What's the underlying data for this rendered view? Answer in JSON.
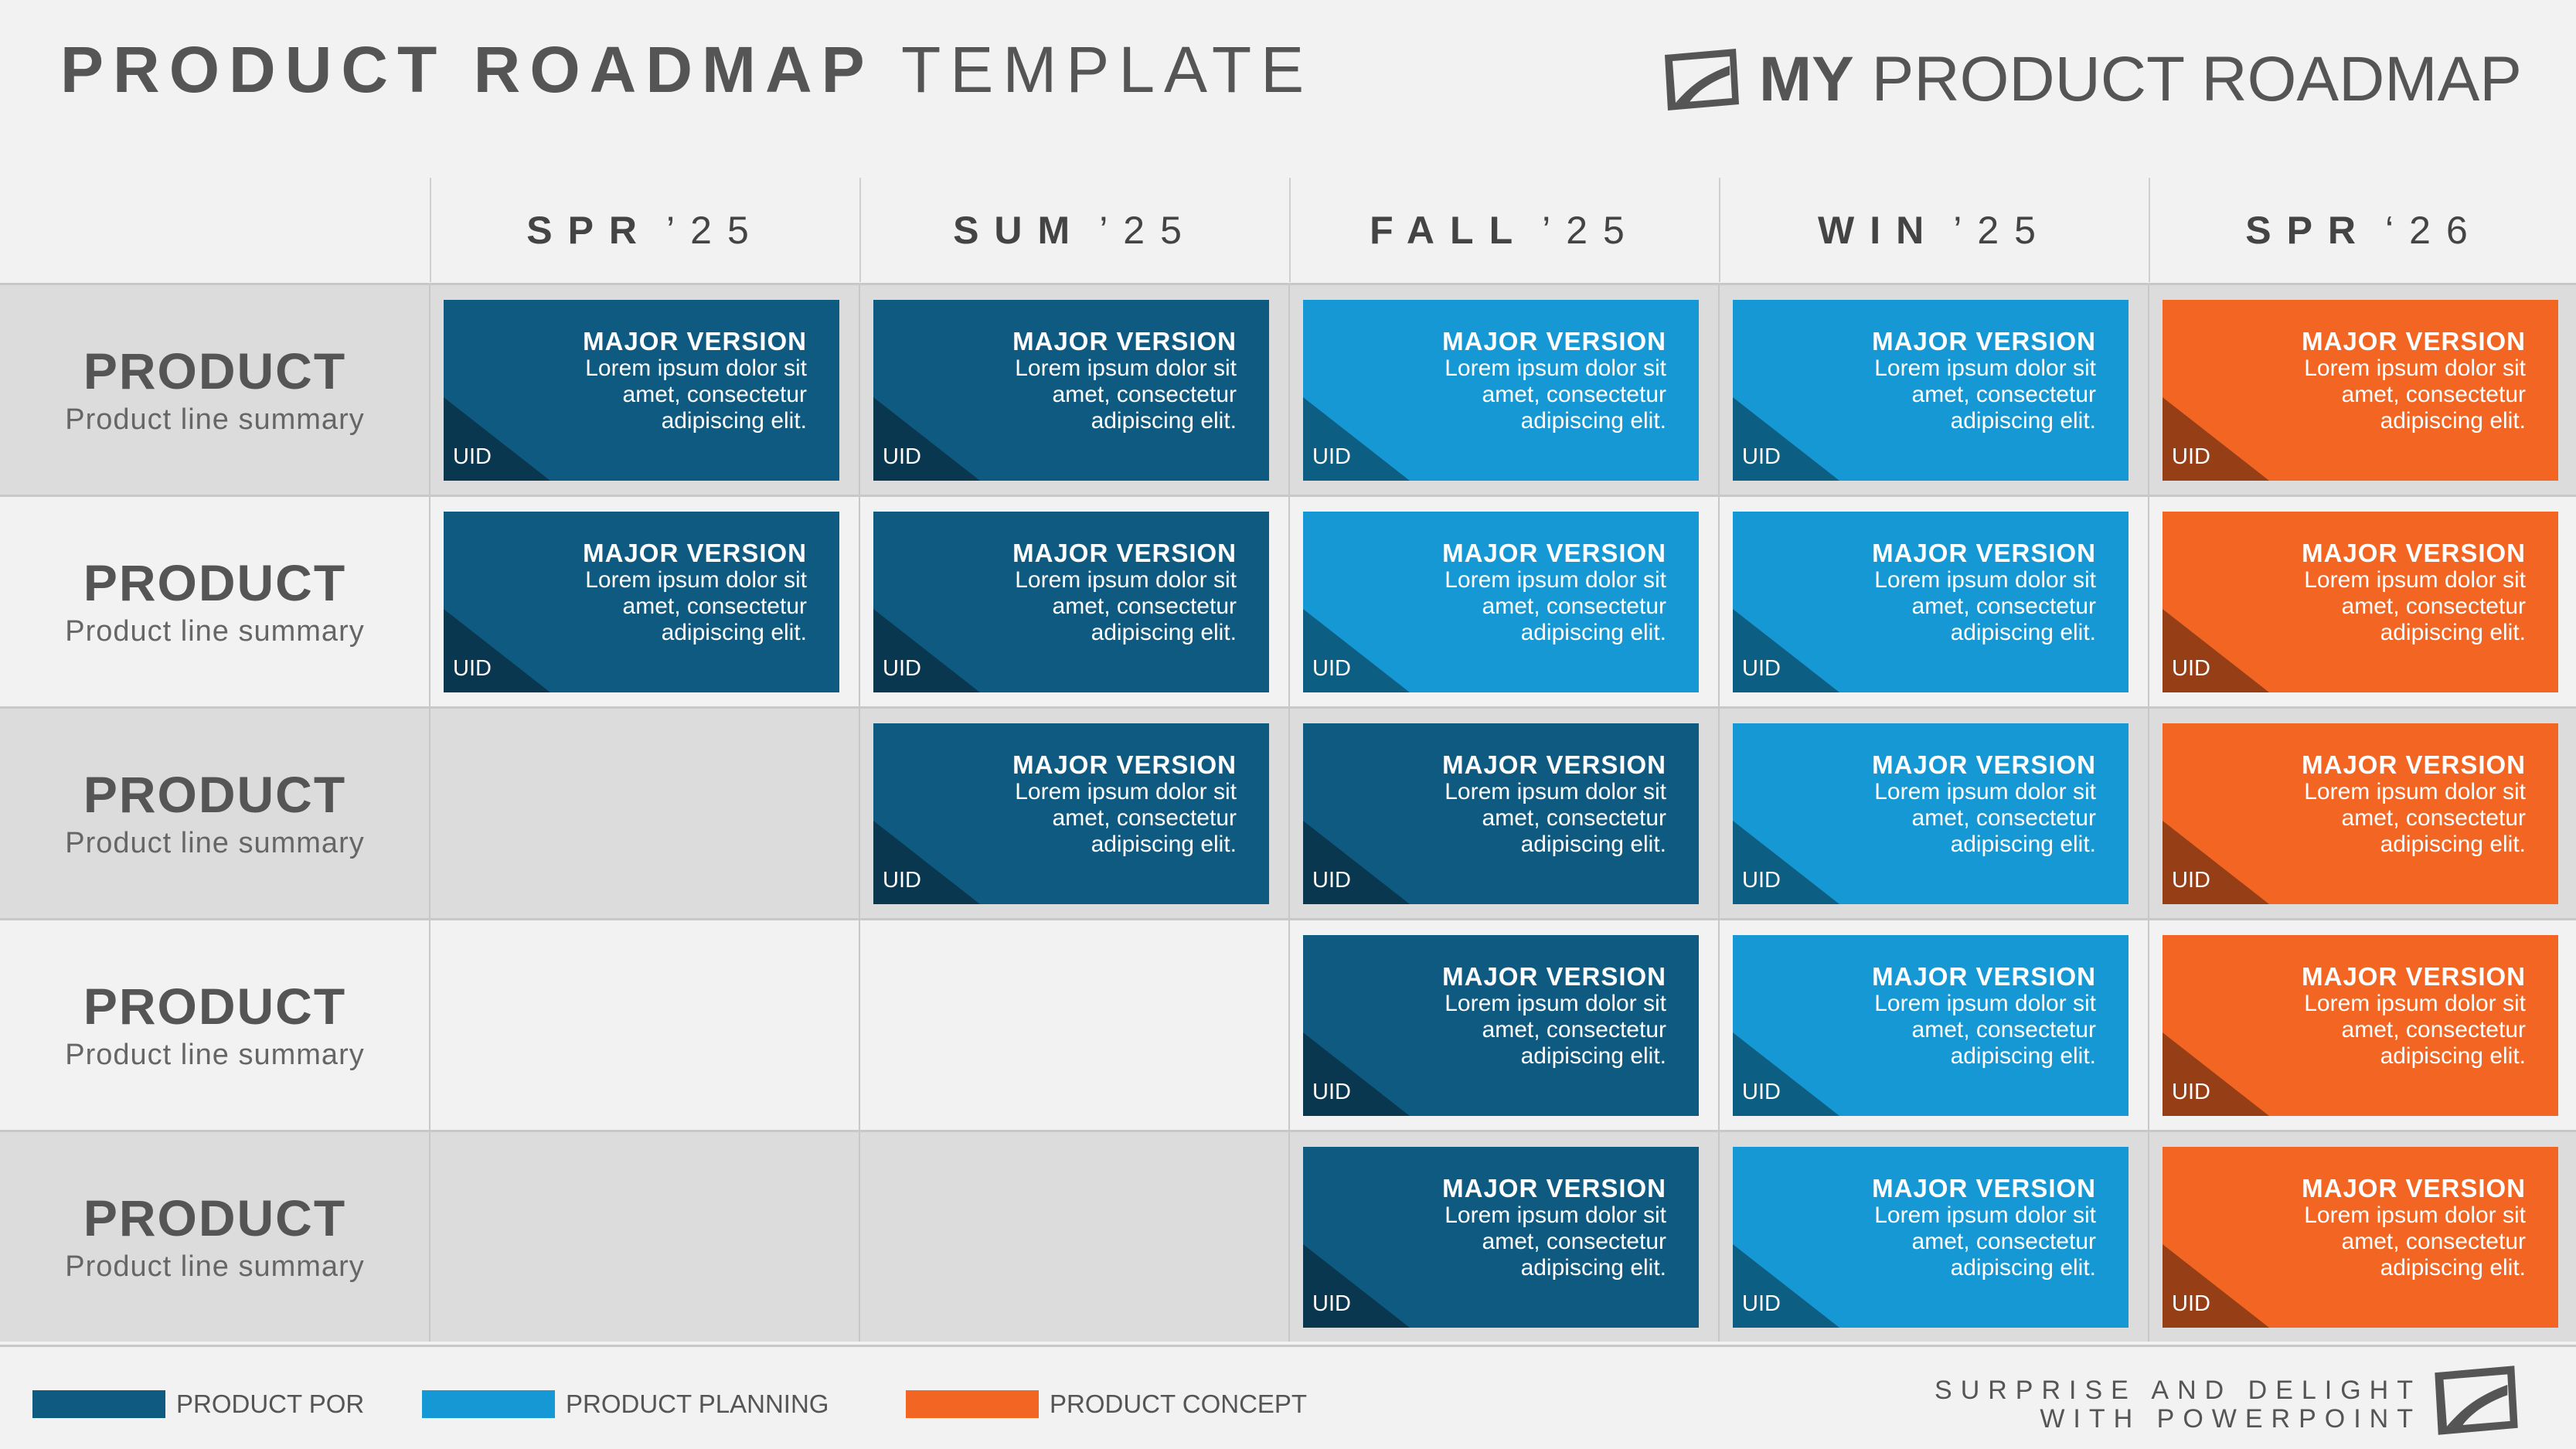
{
  "header": {
    "title_bold": "PRODUCT ROADMAP",
    "title_light": "TEMPLATE",
    "brand_bold": "MY",
    "brand_light": "PRODUCT  ROADMAP"
  },
  "columns": [
    {
      "head_bold": "SPR",
      "head_year": "’25"
    },
    {
      "head_bold": "SUM",
      "head_year": "’25"
    },
    {
      "head_bold": "FALL",
      "head_year": "’25"
    },
    {
      "head_bold": "WIN",
      "head_year": "’25"
    },
    {
      "head_bold": "SPR",
      "head_year": "‘26"
    }
  ],
  "rows": [
    {
      "name": "PRODUCT",
      "summary": "Product line summary"
    },
    {
      "name": "PRODUCT",
      "summary": "Product line summary"
    },
    {
      "name": "PRODUCT",
      "summary": "Product line summary"
    },
    {
      "name": "PRODUCT",
      "summary": "Product line summary"
    },
    {
      "name": "PRODUCT",
      "summary": "Product line summary"
    }
  ],
  "cards": [
    {
      "row": 0,
      "col": 0,
      "type": "por"
    },
    {
      "row": 0,
      "col": 1,
      "type": "por"
    },
    {
      "row": 0,
      "col": 2,
      "type": "planning"
    },
    {
      "row": 0,
      "col": 3,
      "type": "planning"
    },
    {
      "row": 0,
      "col": 4,
      "type": "concept"
    },
    {
      "row": 1,
      "col": 0,
      "type": "por"
    },
    {
      "row": 1,
      "col": 1,
      "type": "por"
    },
    {
      "row": 1,
      "col": 2,
      "type": "planning"
    },
    {
      "row": 1,
      "col": 3,
      "type": "planning"
    },
    {
      "row": 1,
      "col": 4,
      "type": "concept"
    },
    {
      "row": 2,
      "col": 1,
      "type": "por"
    },
    {
      "row": 2,
      "col": 2,
      "type": "por"
    },
    {
      "row": 2,
      "col": 3,
      "type": "planning"
    },
    {
      "row": 2,
      "col": 4,
      "type": "concept"
    },
    {
      "row": 3,
      "col": 2,
      "type": "por"
    },
    {
      "row": 3,
      "col": 3,
      "type": "planning"
    },
    {
      "row": 3,
      "col": 4,
      "type": "concept"
    },
    {
      "row": 4,
      "col": 2,
      "type": "por"
    },
    {
      "row": 4,
      "col": 3,
      "type": "planning"
    },
    {
      "row": 4,
      "col": 4,
      "type": "concept"
    }
  ],
  "card_text": {
    "version": "MAJOR VERSION",
    "line1": "Lorem ipsum dolor sit",
    "line2": "amet, consectetur",
    "line3": "adipiscing elit.",
    "uid": "UID"
  },
  "colors": {
    "por": "#0f5a80",
    "planning": "#1598d4",
    "concept": "#f26522"
  },
  "legend": [
    {
      "label": "PRODUCT POR",
      "type": "por"
    },
    {
      "label": "PRODUCT PLANNING",
      "type": "planning"
    },
    {
      "label": "PRODUCT CONCEPT",
      "type": "concept"
    }
  ],
  "tagline": {
    "line1": "SURPRISE AND DELIGHT",
    "line2": "WITH POWERPOINT"
  }
}
